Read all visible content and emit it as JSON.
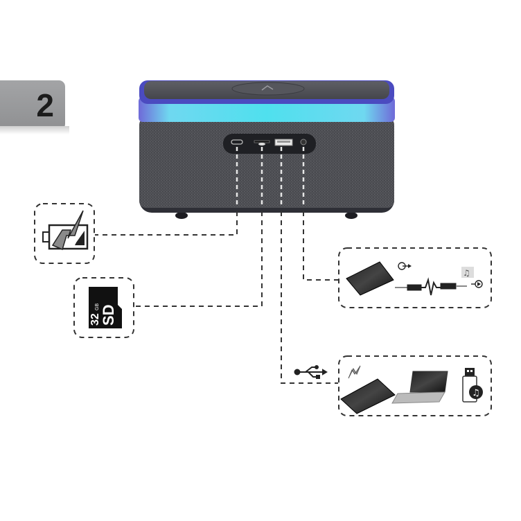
{
  "step_badge": {
    "label": "2"
  },
  "product": {
    "name": "speaker",
    "ports": [
      {
        "id": "usb-c",
        "icon": "usb-c-port",
        "function": "charging"
      },
      {
        "id": "micro-sd",
        "icon": "micro-sd-slot",
        "function": "sd-card"
      },
      {
        "id": "usb-a",
        "icon": "usb-a-port",
        "function": "usb-devices"
      },
      {
        "id": "aux",
        "icon": "aux-jack",
        "function": "audio-in"
      }
    ]
  },
  "callouts": {
    "charging": {
      "icon": "battery-charging-icon"
    },
    "sd_card": {
      "capacity": "32",
      "unit": "GB",
      "label": "SD"
    },
    "aux": {
      "devices": [
        "tablet",
        "aux-cable"
      ],
      "icons": [
        "audio-out-icon",
        "music-file-icon",
        "audio-in-icon"
      ]
    },
    "usb": {
      "devices": [
        "tablet",
        "laptop",
        "usb-flash-drive"
      ],
      "icons": [
        "usb-icon",
        "lightning-icon",
        "music-note-icon"
      ]
    }
  },
  "colors": {
    "badge": "#999a9c",
    "speaker_body": "#4a4b50",
    "speaker_top": "#2f3036",
    "led_glow": "#58d4ee",
    "led_rim": "#6a58d8",
    "dash": "#3a3a3a"
  }
}
